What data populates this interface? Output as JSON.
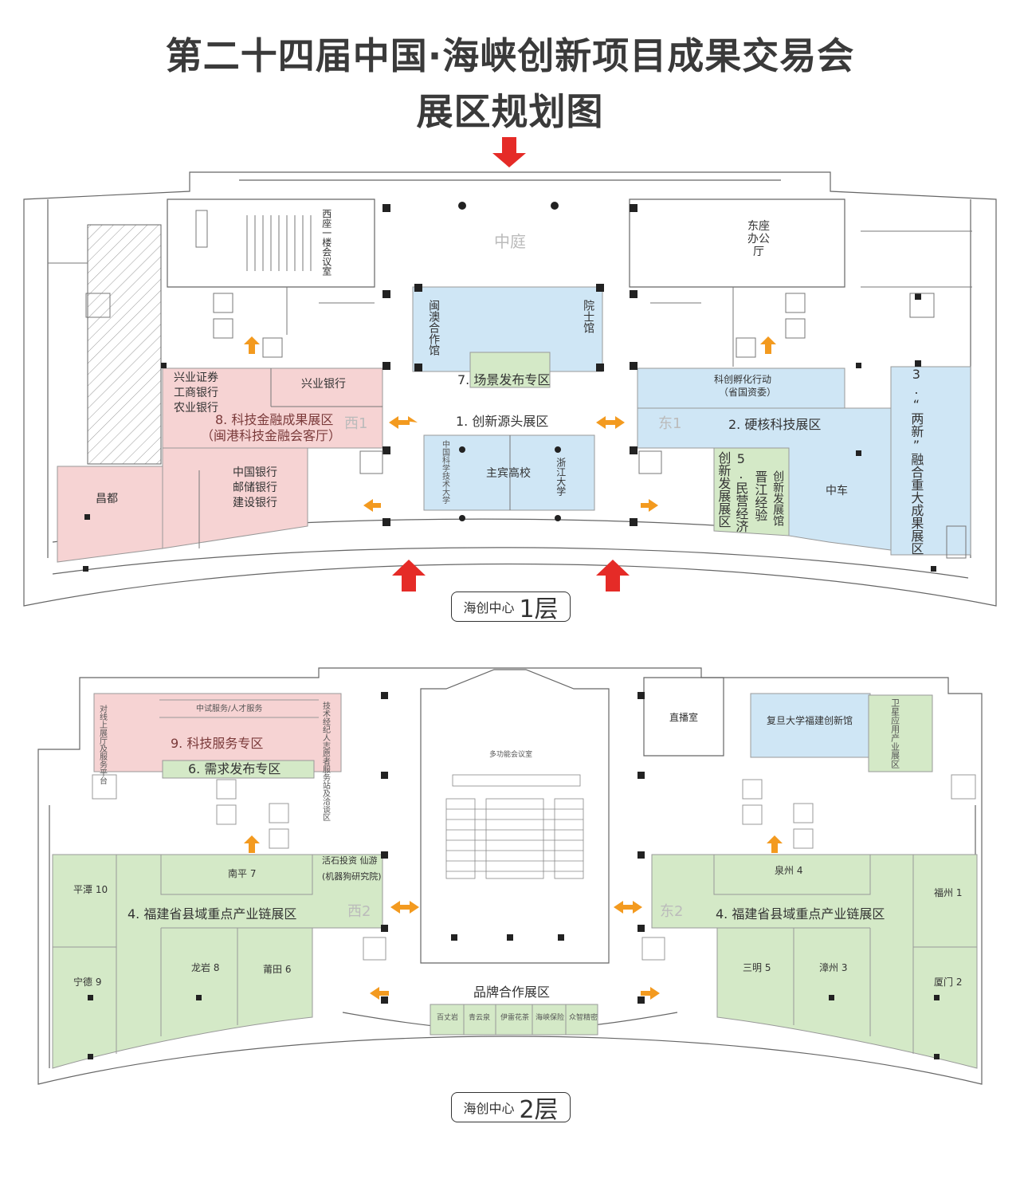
{
  "title_line1": "第二十四届中国·海峡创新项目成果交易会",
  "title_line2": "展区规划图",
  "colors": {
    "pink": "#f6d3d3",
    "blue": "#cfe6f5",
    "green": "#d4e9c7",
    "arrow_red": "#e52b27",
    "arrow_orange": "#f39a1f"
  },
  "floor1": {
    "label_prefix": "海创中心",
    "label_floor": "1层",
    "courtyard": "中庭",
    "west_meeting": "西座一楼会议室",
    "east_office": "东座办公厅",
    "minnao": "闽澳合作馆",
    "yuanshi": "院士馆",
    "scene": "7. 场景发布专区",
    "innovation_source": "1. 创新源头展区",
    "ustc": "中国科学技术大学",
    "guest": "主宾高校",
    "zju": "浙江大学",
    "xingye_sec": "兴业证券",
    "icbc": "工商银行",
    "abc": "农业银行",
    "cib": "兴业银行",
    "fin8": "8. 科技金融成果展区",
    "fin8_sub": "（闽港科技金融会客厅）",
    "west1": "西1",
    "boc": "中国银行",
    "psbc": "邮储银行",
    "ccb": "建设银行",
    "changdu": "昌都",
    "incubate": "科创孵化行动",
    "incubate_sub": "（省国资委）",
    "east1": "东1",
    "hardcore": "2. 硬核科技展区",
    "two_new": "3.“两新”融合重大成果展区",
    "private5": "5.民营经济",
    "innov_dev": "创新发展展区",
    "jinjiang": "晋江经验",
    "innov_hall": "创新发展馆",
    "crrc": "中车"
  },
  "floor2": {
    "label_prefix": "海创中心",
    "label_floor": "2层",
    "trial": "中试服务/人才服务",
    "online": "对线上展厅及服务平台",
    "tech9": "9. 科技服务专区",
    "broker": "技术经纪人志愿者服务站及洽谈区",
    "demand6": "6. 需求发布专区",
    "multi": "多功能会议室",
    "live": "直播室",
    "fudan": "复旦大学福建创新馆",
    "satellite": "卫星应用产业展区",
    "nanping": "南平 7",
    "huoshi": "活石投资 仙游",
    "huoshi_sub": "(机器狗研究院)",
    "pingtan": "平潭 10",
    "chain4": "4. 福建省县域重点产业链展区",
    "west2": "西2",
    "ningde": "宁德 9",
    "longyan": "龙岩 8",
    "putian": "莆田 6",
    "brand": "品牌合作展区",
    "brands": [
      "百丈岩",
      "青云泉",
      "伊雷花茶",
      "海峡保险",
      "众智精密"
    ],
    "quanzhou": "泉州 4",
    "fuzhou": "福州 1",
    "east2": "东2",
    "sanming": "三明 5",
    "zhangzhou": "漳州 3",
    "xiamen": "厦门 2"
  }
}
